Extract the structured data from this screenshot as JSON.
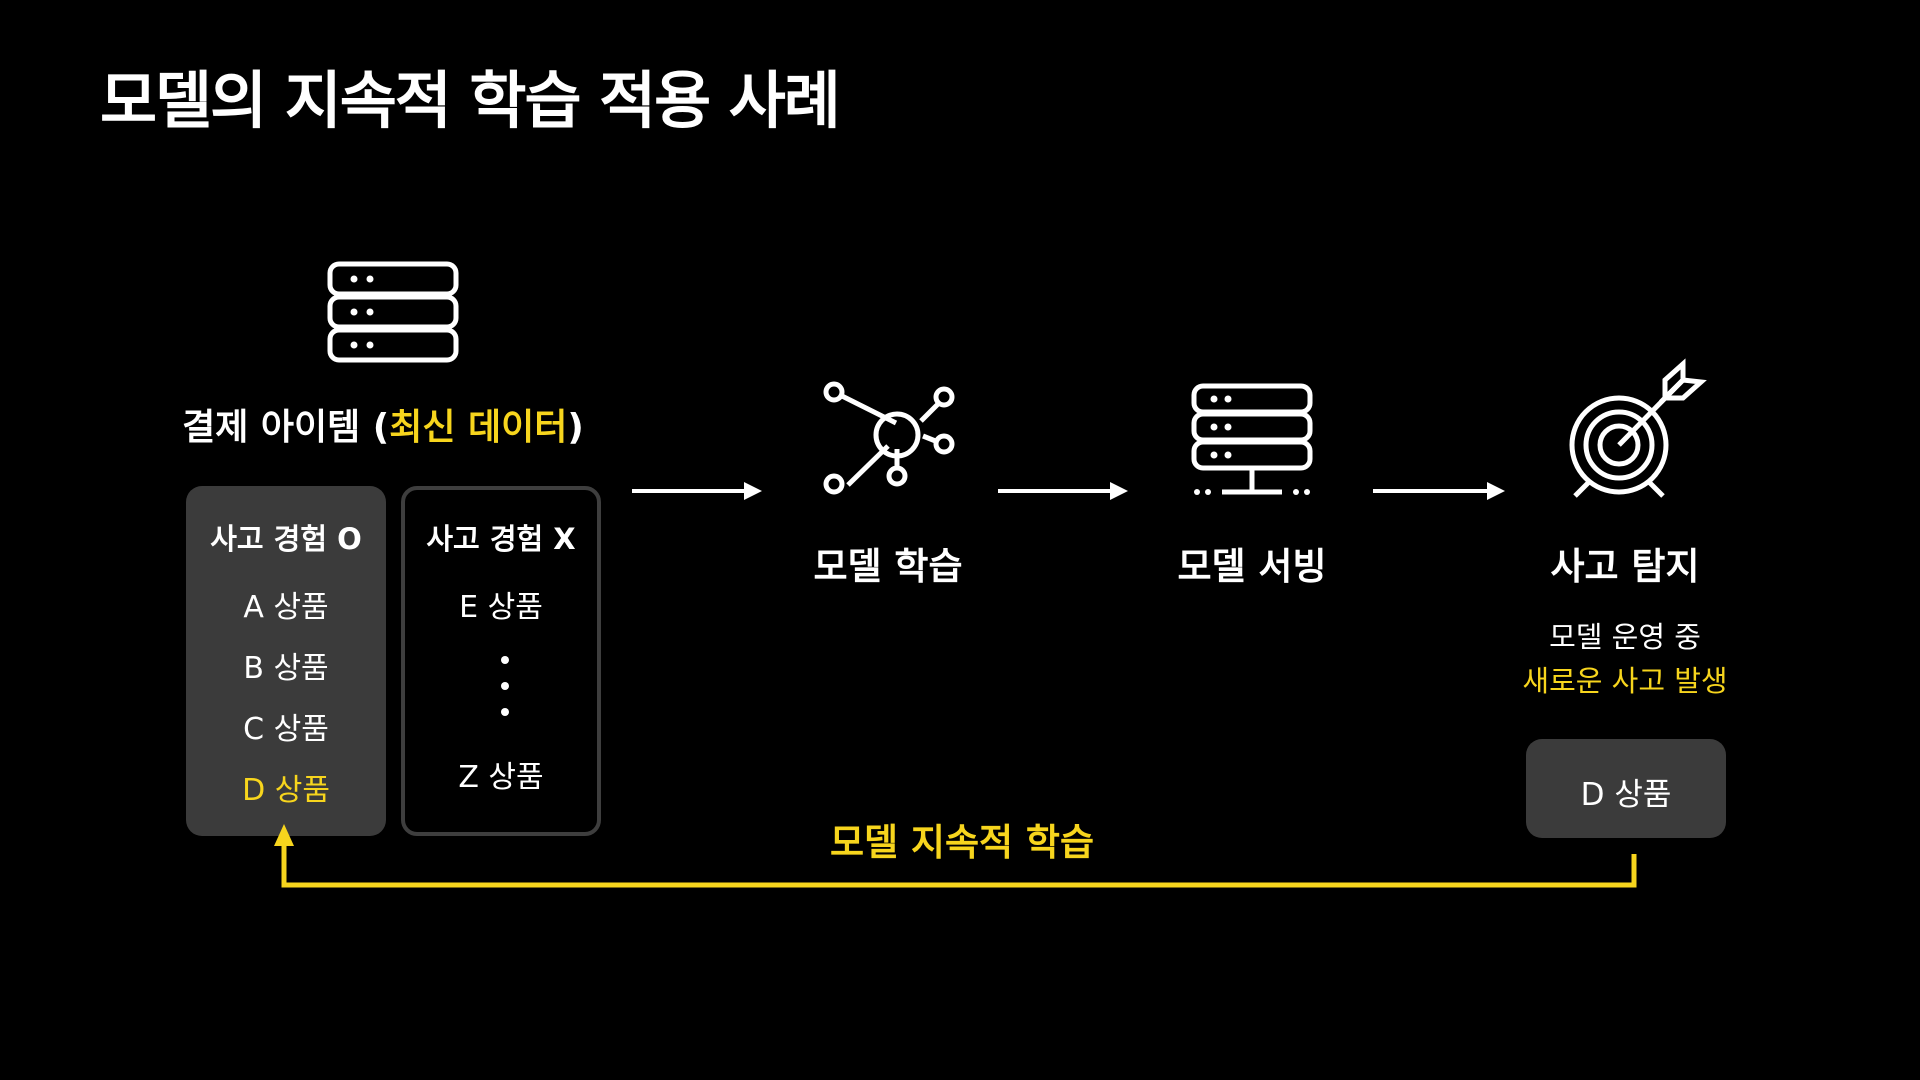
{
  "title": "모델의 지속적 학습 적용 사례",
  "payment": {
    "label_main": "결제 아이템 (",
    "label_highlight": "최신 데이터",
    "label_end": ")",
    "experienced": {
      "header": "사고 경험 O",
      "items": [
        "A 상품",
        "B 상품",
        "C 상품",
        "D 상품"
      ],
      "highlight_index": 3
    },
    "not_experienced": {
      "header": "사고 경험 X",
      "first_item": "E 상품",
      "last_item": "Z 상품"
    }
  },
  "steps": {
    "training": "모델 학습",
    "serving": "모델 서빙",
    "detection": "사고 탐지"
  },
  "detection_note": {
    "line1": "모델 운영 중",
    "line2": "새로운 사고 발생"
  },
  "new_incident_item": "D 상품",
  "feedback_label": "모델 지속적 학습",
  "colors": {
    "background": "#000000",
    "accent": "#f7d51d",
    "box_fill": "#3b3b3b",
    "box_border": "#3e3e3e",
    "text": "#ffffff"
  },
  "icons": [
    "database-icon",
    "network-icon",
    "server-icon",
    "target-icon"
  ]
}
